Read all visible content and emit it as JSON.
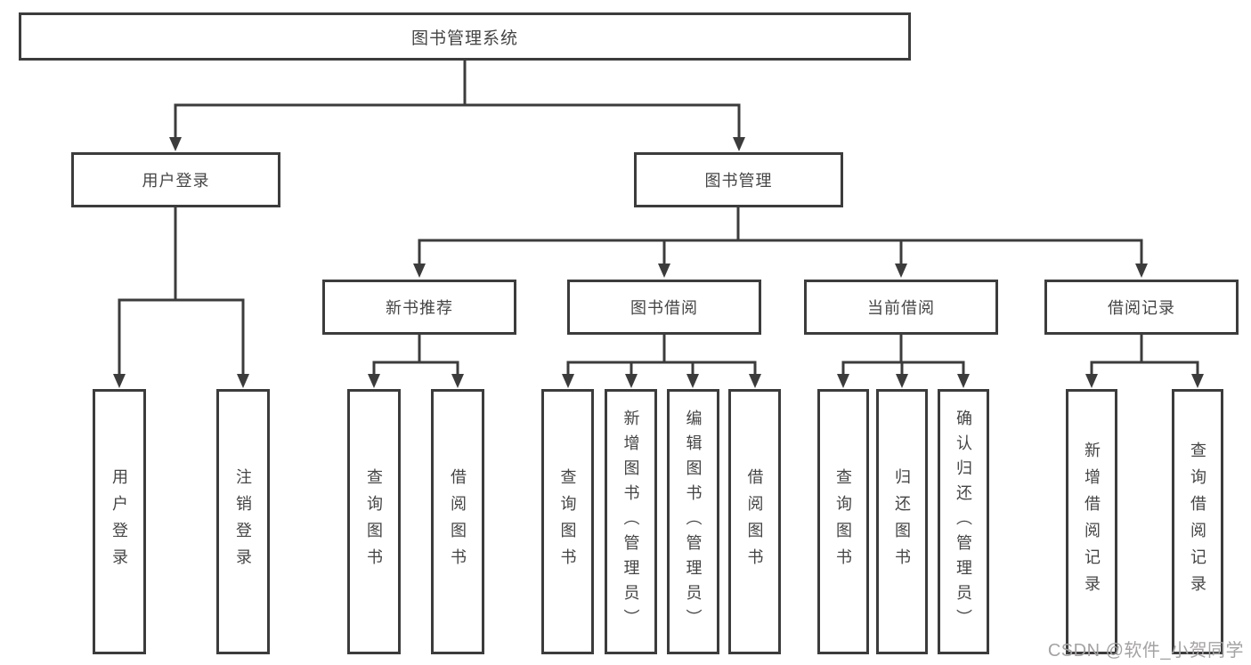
{
  "tree": {
    "root": {
      "label": "图书管理系统"
    },
    "branches": [
      {
        "label": "用户登录",
        "children": [
          {
            "label": "用户登录"
          },
          {
            "label": "注销登录"
          }
        ]
      },
      {
        "label": "图书管理",
        "groups": [
          {
            "label": "新书推荐",
            "children": [
              {
                "label": "查询图书"
              },
              {
                "label": "借阅图书"
              }
            ]
          },
          {
            "label": "图书借阅",
            "children": [
              {
                "label": "查询图书"
              },
              {
                "label": "新增图书（管理员）"
              },
              {
                "label": "编辑图书（管理员）"
              },
              {
                "label": "借阅图书"
              }
            ]
          },
          {
            "label": "当前借阅",
            "children": [
              {
                "label": "查询图书"
              },
              {
                "label": "归还图书"
              },
              {
                "label": "确认归还（管理员）"
              }
            ]
          },
          {
            "label": "借阅记录",
            "children": [
              {
                "label": "新增借阅记录"
              },
              {
                "label": "查询借阅记录"
              }
            ]
          }
        ]
      }
    ]
  },
  "watermark": {
    "text": "CSDN @软件_小贺同学"
  },
  "colors": {
    "line": "#3c3c3c",
    "text": "#454545",
    "watermark": "#a5a2a2",
    "background": "#ffffff"
  }
}
